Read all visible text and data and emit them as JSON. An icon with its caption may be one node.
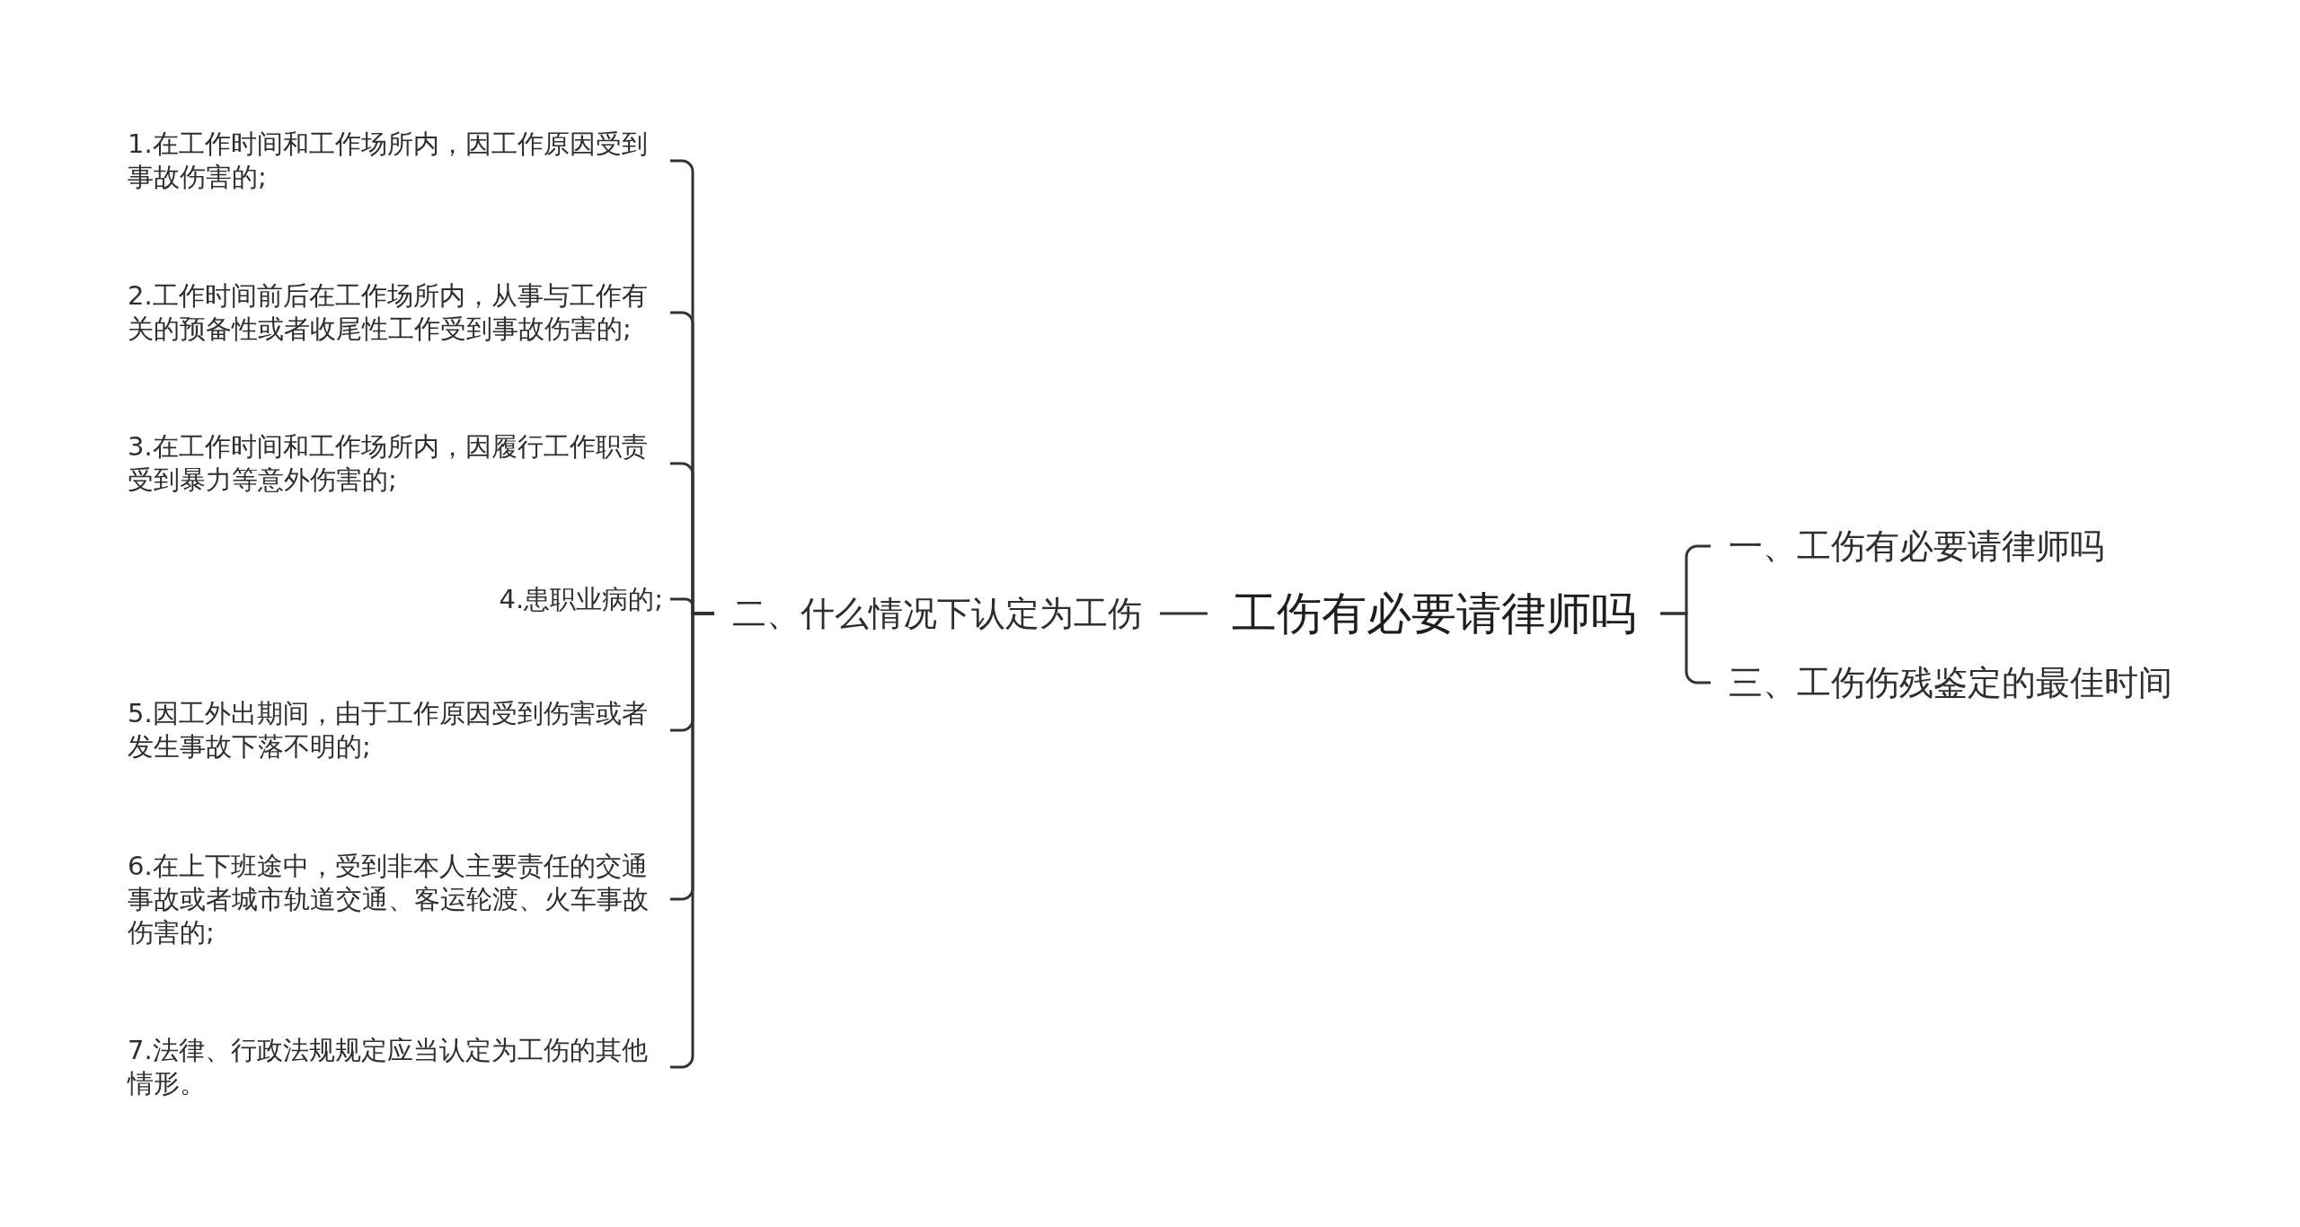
{
  "diagram": {
    "nodes": [
      {
        "text": [
          "工伤有必要请律师吗"
        ]
      },
      {
        "text": [
          "一、工伤有必要请律师吗"
        ]
      },
      {
        "text": [
          "二、什么情况下认定为工伤"
        ]
      },
      {
        "text": [
          "三、工伤伤残鉴定的最佳时间"
        ]
      },
      {
        "text": [
          "1.在工作时间和工作场所内，因工作原因受到事故伤害的;"
        ]
      },
      {
        "text": [
          "2.工作时间前后在工作场所内，从事与工作有关的预备性或者收尾性工作受到事故伤害的;"
        ]
      },
      {
        "text": [
          "3.在工作时间和工作场所内，因履行工作职责受到暴力等意外伤害的;"
        ]
      },
      {
        "text": [
          "4.患职业病的;"
        ]
      },
      {
        "text": [
          "5.因工外出期间，由于工作原因受到伤害或者发生事故下落不明的;"
        ]
      },
      {
        "text": [
          "6.在上下班途中，受到非本人主要责任的交通事故或者城市轨道交通、客运轮渡、火车事故伤害的;"
        ]
      },
      {
        "text": [
          "7.法律、行政法规规定应当认定为工伤的其他情形。"
        ]
      }
    ],
    "edges": [
      {
        "from": 0,
        "to": 1,
        "arrow": "none"
      },
      {
        "from": 0,
        "to": 2,
        "arrow": "none"
      },
      {
        "from": 0,
        "to": 3,
        "arrow": "none"
      },
      {
        "from": 2,
        "to": 4,
        "arrow": "none"
      },
      {
        "from": 2,
        "to": 5,
        "arrow": "none"
      },
      {
        "from": 2,
        "to": 6,
        "arrow": "none"
      },
      {
        "from": 2,
        "to": 7,
        "arrow": "none"
      },
      {
        "from": 2,
        "to": 8,
        "arrow": "none"
      },
      {
        "from": 2,
        "to": 9,
        "arrow": "none"
      },
      {
        "from": 2,
        "to": 10,
        "arrow": "none"
      }
    ]
  }
}
